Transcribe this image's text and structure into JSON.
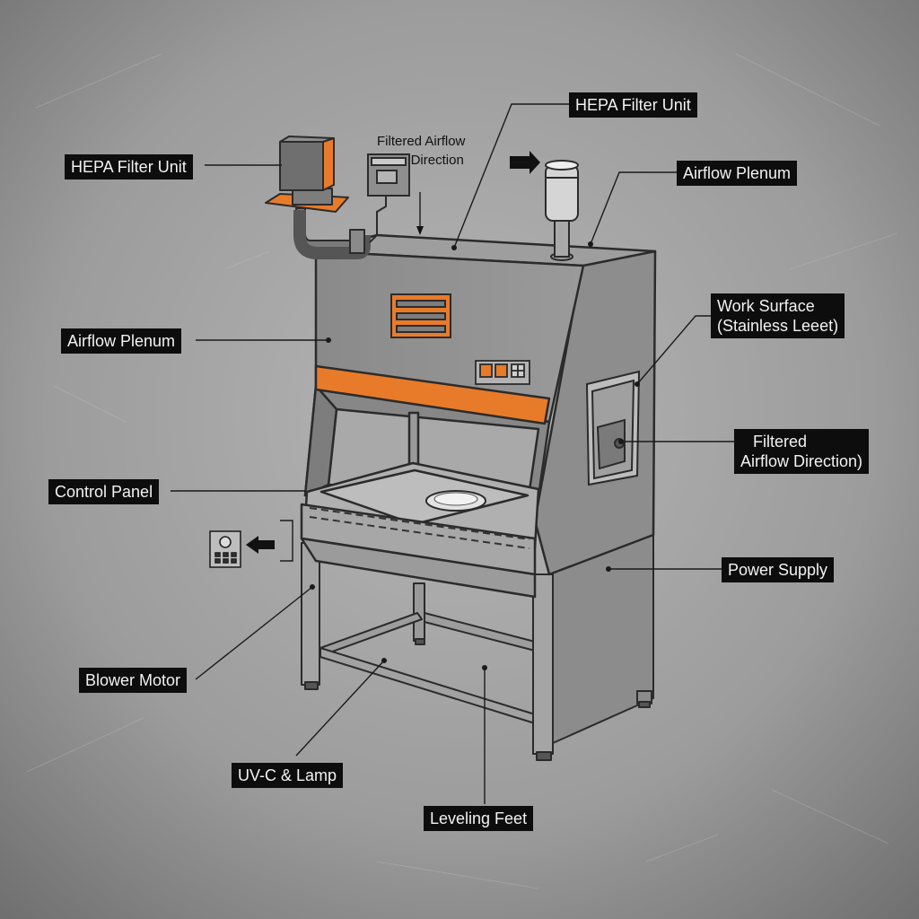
{
  "diagram": {
    "labels": {
      "hepa_top": "HEPA Filter Unit",
      "hepa_left": "HEPA Filter Unit",
      "filtered_airflow_top_line1": "Filtered Airflow",
      "filtered_airflow_top_line2": "Direction",
      "airflow_plenum_right": "Airflow Plenum",
      "airflow_plenum_left": "Airflow Plenum",
      "work_surface_line1": "Work Surface",
      "work_surface_line2": "(Stainless Leeet)",
      "filtered_airflow_right_line1": "Filtered",
      "filtered_airflow_right_line2": "Airflow Direction)",
      "control_panel": "Control Panel",
      "power_supply": "Power Supply",
      "blower_motor": "Blower Motor",
      "uvc_lamp": "UV-C & Lamp",
      "leveling_feet": "Leveling Feet"
    },
    "colors": {
      "background": "#9a9a9a",
      "cabinet_gray": "#8f8f8f",
      "accent_orange": "#e87b2a",
      "label_bg": "#0d0d0d",
      "outline": "#2b2b2b"
    },
    "icons": [
      "arrow-right-icon",
      "arrow-left-icon",
      "arrow-down-icon",
      "keypad-icon"
    ]
  }
}
